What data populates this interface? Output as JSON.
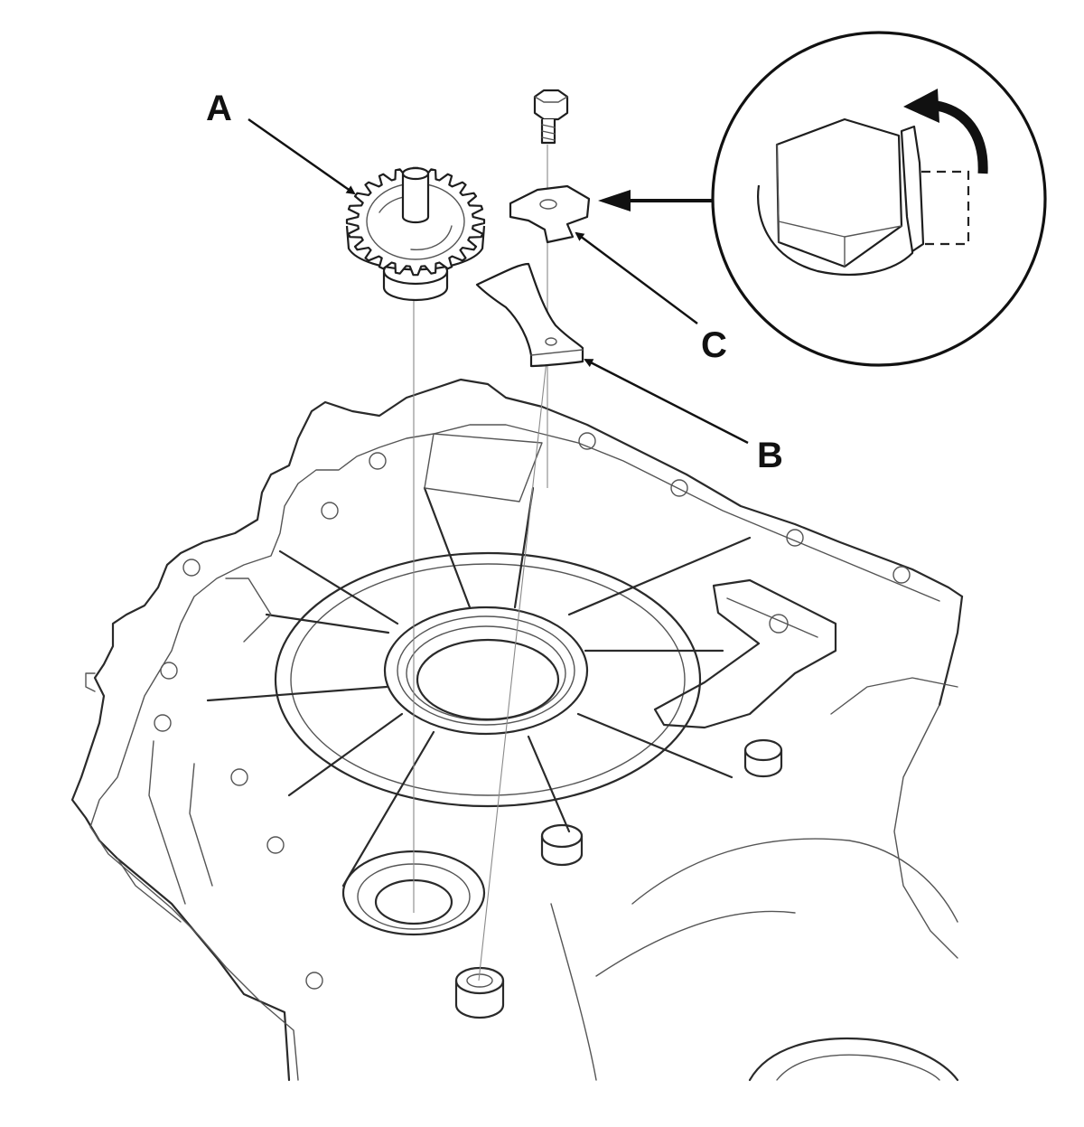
{
  "callouts": {
    "a": "A",
    "b": "B",
    "c": "C"
  },
  "colors": {
    "line": "#2a2a2a",
    "background": "#ffffff"
  }
}
